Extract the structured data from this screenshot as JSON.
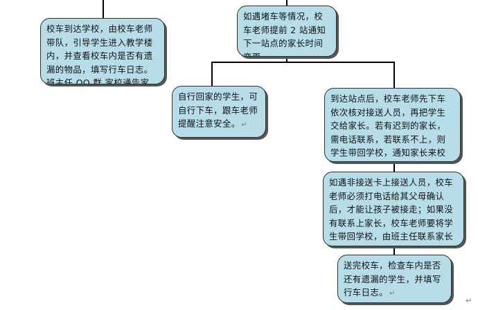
{
  "nodes": {
    "arrive_school": {
      "text": "校车到达学校，由校车老师带队，引导学生进入教学楼内，并查看校车内是否有遗漏的物品，填写行车日志。班主任 QQ 群 家校通告家长，已安全到校。",
      "mark": "↵"
    },
    "traffic_jam": {
      "text": "如遇堵车等情况，校车老师提前 2 站通知下一站点的家长时间变更。",
      "mark": "↵"
    },
    "self_home": {
      "text": "自行回家的学生，可自行下车，跟车老师提醒注意安全。",
      "mark": "↵"
    },
    "arrive_stop": {
      "text": "到达站点后，校车老师先下车依次核对接送人员，再把学生交给家长。若有迟到的家长，需电话联系，若联系不上，则学生带回学校，通知家长来校接。",
      "mark": "↵"
    },
    "non_card_pickup": {
      "text": "如遇非接送卡上接送人员，校车老师必须打电话给其父母确认后，才能让孩子被接走；如果没有联系上家长，校车老师要将学生带回学校，由班主任联系家长来校接学生。",
      "mark": "↵"
    },
    "after_delivery": {
      "text": "送完校车，检查车内是否还有遗漏的学生，并填写行车日志。",
      "mark": "↵"
    }
  },
  "page_mark": "↵",
  "colors": {
    "box_fill": "#b7dde8",
    "box_border": "#2f2f2f",
    "connector": "#000000"
  }
}
